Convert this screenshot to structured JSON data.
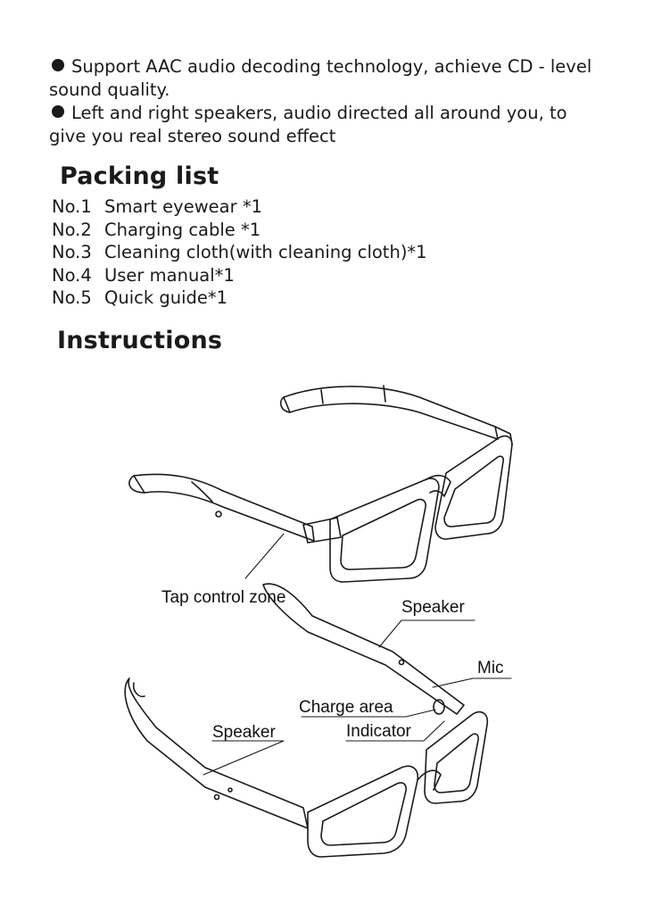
{
  "features": [
    "Support AAC audio decoding technology, achieve CD - level sound quality.",
    "Left and right speakers, audio directed all around you, to give you real stereo sound effect"
  ],
  "packing": {
    "title": "Packing list",
    "items": [
      {
        "no": "No.1",
        "text": "Smart eyewear *1"
      },
      {
        "no": "No.2",
        "text": "Charging cable *1"
      },
      {
        "no": "No.3",
        "text": "Cleaning cloth(with cleaning cloth)*1"
      },
      {
        "no": "No.4",
        "text": "User manual*1"
      },
      {
        "no": "No.5",
        "text": "Quick guide*1"
      }
    ]
  },
  "instructions": {
    "title": "Instructions",
    "labels": {
      "tap_control": "Tap control zone",
      "speaker_right": "Speaker",
      "mic": "Mic",
      "charge_area": "Charge area",
      "indicator": "Indicator",
      "speaker_left": "Speaker"
    }
  }
}
